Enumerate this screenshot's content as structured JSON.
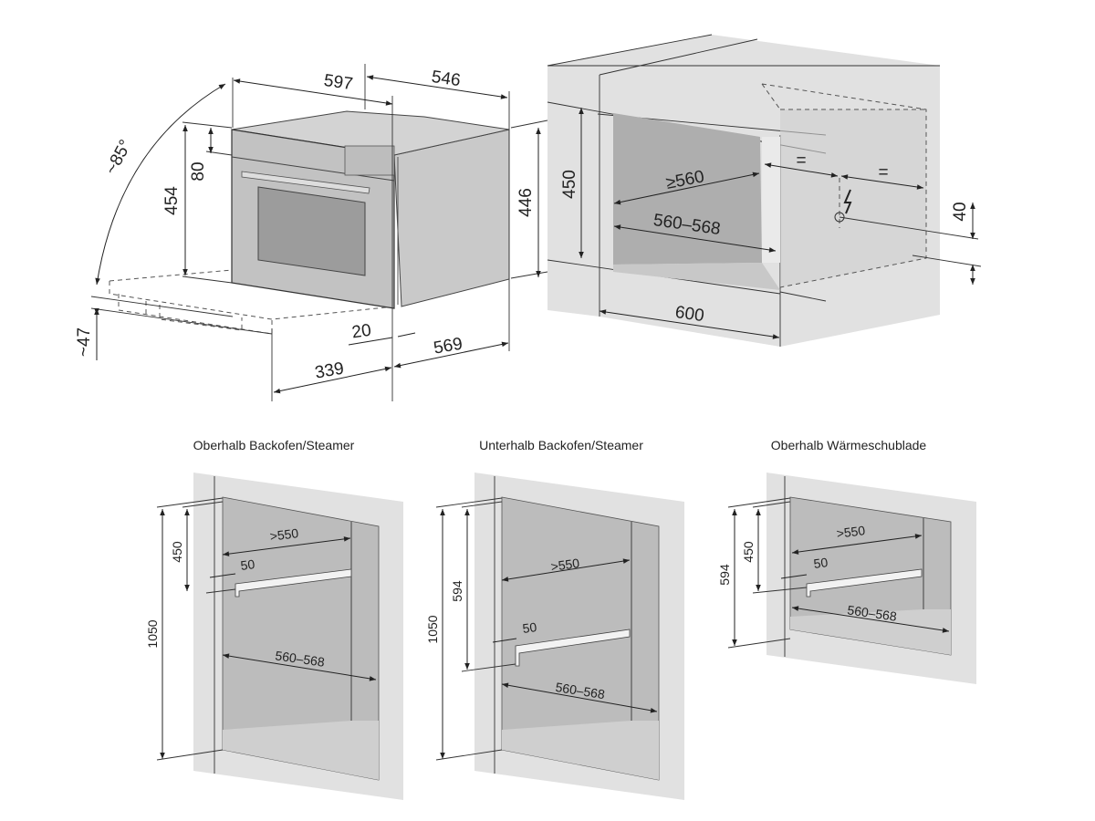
{
  "oven": {
    "width": "597",
    "depth": "546",
    "height_front": "454",
    "panel_height": "80",
    "height_body": "446",
    "door_angle": "~85°",
    "drawer_drop": "~47",
    "front_offset": "20",
    "body_depth": "569",
    "door_depth": "339"
  },
  "niche": {
    "height": "450",
    "min_width": "≥560",
    "width_range": "560–568",
    "width_total": "600",
    "equal_left": "=",
    "equal_right": "=",
    "socket_offset": "40"
  },
  "panels": [
    {
      "title": "Oberhalb Backofen/Steamer",
      "total": "1050",
      "upper": "450",
      "shelf_width": ">550",
      "shelf_depth": "50",
      "range": "560–568"
    },
    {
      "title": "Unterhalb Backofen/Steamer",
      "total": "1050",
      "upper": "594",
      "shelf_width": ">550",
      "shelf_depth": "50",
      "range": "560–568"
    },
    {
      "title": "Oberhalb Wärmeschublade",
      "total": "594",
      "upper": "450",
      "shelf_width": ">550",
      "shelf_depth": "50",
      "range": "560–568"
    }
  ],
  "colors": {
    "wall": "#e1e1e1",
    "cavity": "#bcbcbc",
    "oven": "#c6c6c6",
    "window": "#9c9c9c"
  }
}
